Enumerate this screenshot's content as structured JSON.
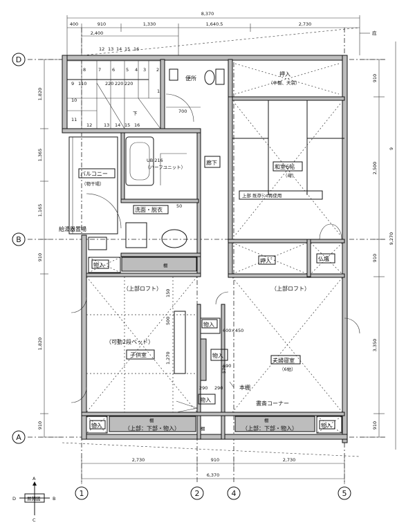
{
  "dimensions": {
    "top_total": "8,370",
    "top_segments": [
      "400",
      "910",
      "1,330",
      "1,640.5",
      "2,730"
    ],
    "top_sub": "2,400",
    "left_segments": [
      "1,820",
      "1,365",
      "1,165",
      "910",
      "1,820",
      "910"
    ],
    "right_segments": [
      "910",
      "2,500",
      "910",
      "3,350",
      "910"
    ],
    "right_total": "9,270",
    "right_small": "9",
    "bottom_segments": [
      "2,730",
      "910",
      "2,730"
    ],
    "bottom_total": "6,370",
    "inner_700": "700",
    "inner_600x450": "600×450",
    "inner_290a": "290",
    "inner_290b": "290",
    "inner_290c": "290",
    "inner_150": "150",
    "inner_500": "500",
    "inner_1270": "1,270",
    "inner_50": "50",
    "inner_570": "570"
  },
  "grid_axes": {
    "rows": [
      "D",
      "B",
      "A"
    ],
    "cols": [
      "1",
      "2",
      "4",
      "5"
    ]
  },
  "rooms": {
    "toilet": "便所",
    "closet_top": "押入",
    "closet_top_note": "（中棚、天袋）",
    "hallway": "廊下",
    "unit_bath": "UB 216",
    "unit_bath_note": "（ハーフユニット）",
    "balcony": "バルコニー",
    "balcony_note": "（物干場）",
    "washroom": "洗面・脱衣",
    "water_heater": "給湯器置場",
    "japanese_room": "和室6帖",
    "japanese_room_note": "（母）",
    "upper_loft_note": "上部 既存ﾗﾝﾏ再使用",
    "closet_mid": "押入",
    "altar": "仏壇",
    "storage_left": "物入",
    "loft_left": "（上部ロフト）",
    "loft_right": "（上部ロフト）",
    "movable_bed": "（可動2段ベッド）",
    "kids_room": "子供室",
    "master_bedroom": "夫婦寝室",
    "master_bedroom_note": "（6帖）",
    "storage_c1": "物入",
    "storage_c2": "物入",
    "storage_c3": "物入",
    "bookshelf": "本棚",
    "study_corner": "書斎コーナー",
    "storage_bl": "物入",
    "storage_br": "物入",
    "upper_storage_left": "（上部：下部・物入）",
    "upper_storage_right": "（上部：下部・物入）",
    "shelf_a": "棚",
    "shelf_b": "棚",
    "shelf_c": "棚",
    "shelf_d": "棚",
    "eaves": "庇"
  },
  "stairs": {
    "steps_top": [
      "12",
      "13",
      "14",
      "15",
      "16"
    ],
    "steps_row2": [
      "8",
      "7",
      "6",
      "5",
      "4",
      "3",
      "2"
    ],
    "steps_row3": [
      "9",
      "110",
      "220",
      "220",
      "220"
    ],
    "step_1": "1",
    "steps_left": [
      "10",
      "11"
    ],
    "steps_bottom": [
      "12",
      "13",
      "14",
      "15",
      "16"
    ],
    "label_up": "下"
  },
  "compass": {
    "north": "A",
    "west": "D",
    "east": "B",
    "south": "C",
    "label": "展開図"
  }
}
